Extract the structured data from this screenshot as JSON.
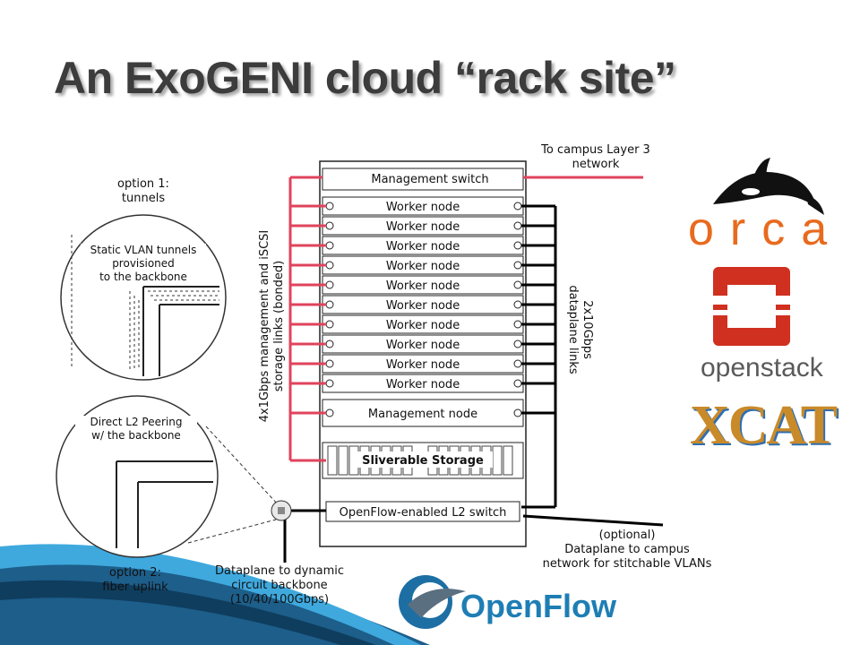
{
  "title": "An ExoGENI cloud “rack site”",
  "rack": {
    "management_switch": "Management switch",
    "worker_nodes": [
      "Worker node",
      "Worker node",
      "Worker node",
      "Worker node",
      "Worker node",
      "Worker node",
      "Worker node",
      "Worker node",
      "Worker node",
      "Worker node"
    ],
    "management_node": "Management node",
    "storage": "Sliverable Storage",
    "l2_switch": "OpenFlow-enabled L2 switch"
  },
  "labels": {
    "campus_l3": "To campus Layer 3\nnetwork",
    "mgmt_links": "4x1Gbps management and iSCSI\nstorage links (bonded)",
    "dataplane_links": "2x10Gbps\ndataplane links",
    "optional_dataplane": "(optional)\nDataplane to campus\nnetwork for stitchable VLANs",
    "dynamic_circuit": "Dataplane to dynamic\ncircuit backbone\n(10/40/100Gbps)",
    "option1": "option 1:\ntunnels",
    "option1_circle": "Static VLAN tunnels\nprovisioned\nto the backbone",
    "option2": "option 2:\nfiber uplink",
    "option2_circle": "Direct L2 Peering\nw/ the backbone"
  },
  "logos": {
    "orca": "orca",
    "openstack": "openstack",
    "xcat": "XCAT",
    "openflow": "OpenFlow"
  },
  "colors": {
    "red_links": "#e0435c",
    "black_links": "#000000",
    "accent_blue": "#2a9ad6"
  }
}
